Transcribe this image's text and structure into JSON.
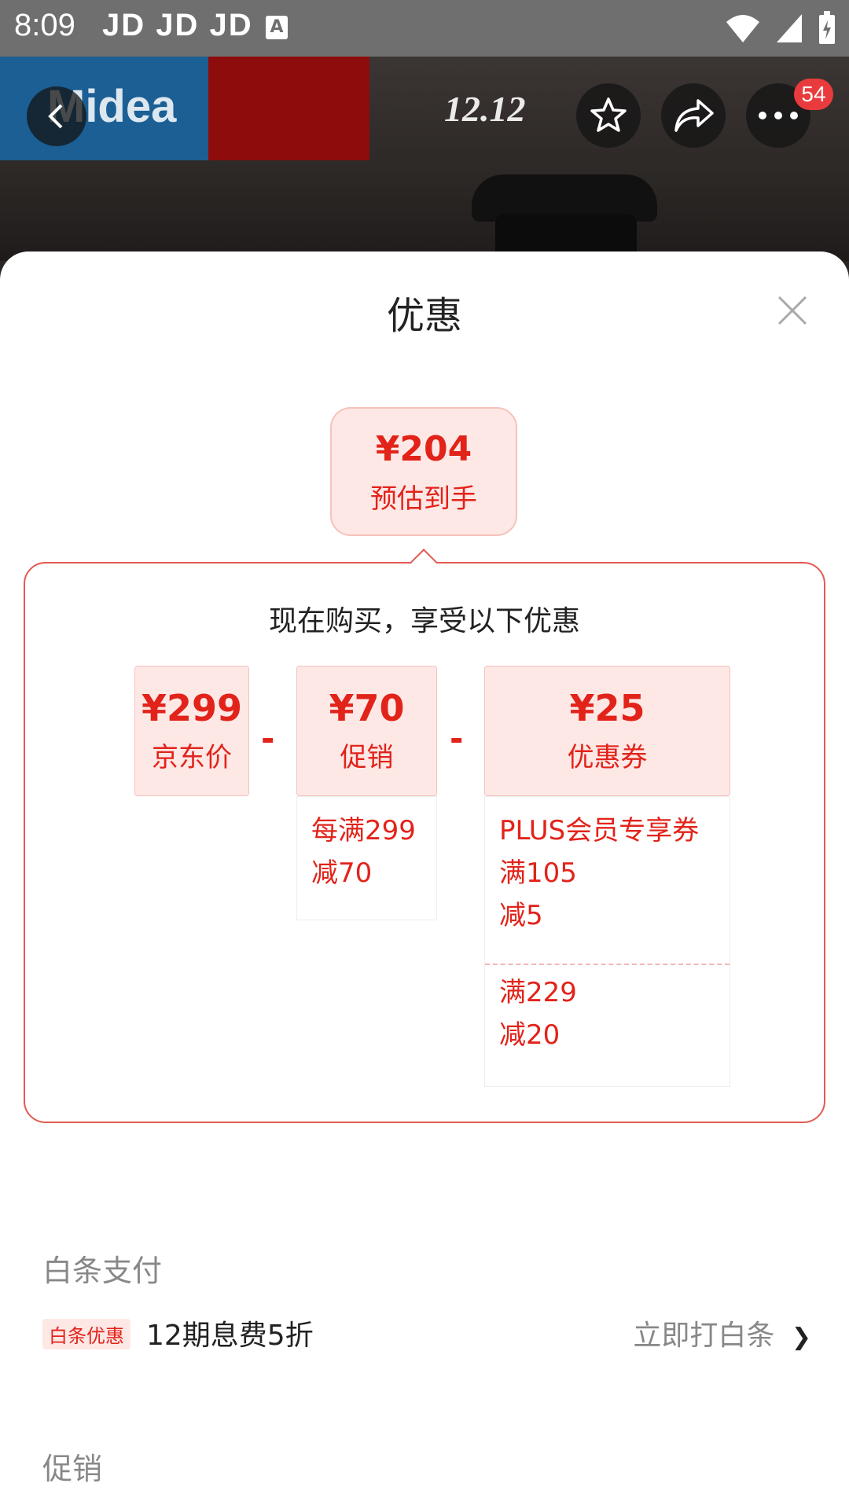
{
  "status_bar": {
    "time": "8:09",
    "apps": "JD JD JD",
    "a_icon": "A"
  },
  "hero": {
    "brand": "Midea",
    "promo": "12.12",
    "badge_count": "54"
  },
  "sheet": {
    "title": "优惠",
    "estimate": {
      "price": "¥204",
      "label": "预估到手"
    },
    "panel_title": "现在购买，享受以下优惠",
    "jd_price": {
      "value": "¥299",
      "label": "京东价"
    },
    "promo": {
      "value": "¥70",
      "label": "促销",
      "detail": [
        "每满299",
        "减70"
      ]
    },
    "coupon": {
      "value": "¥25",
      "label": "优惠券",
      "detail1": [
        "PLUS会员专享券",
        "满105",
        "减5"
      ],
      "detail2": [
        "满229",
        "减20"
      ]
    },
    "minus": "-",
    "baitiao": {
      "title": "白条支付",
      "tag": "白条优惠",
      "text": "12期息费5折",
      "link": "立即打白条",
      "chevron": "❯"
    },
    "cuxiao": {
      "title": "促销"
    }
  },
  "icons": [
    "wifi-icon",
    "signal-icon",
    "battery-icon",
    "back-icon",
    "star-icon",
    "share-icon",
    "more-icon",
    "close-icon"
  ],
  "colors": {
    "accent": "#e2231a",
    "status_bar": "#6f6f6f"
  }
}
